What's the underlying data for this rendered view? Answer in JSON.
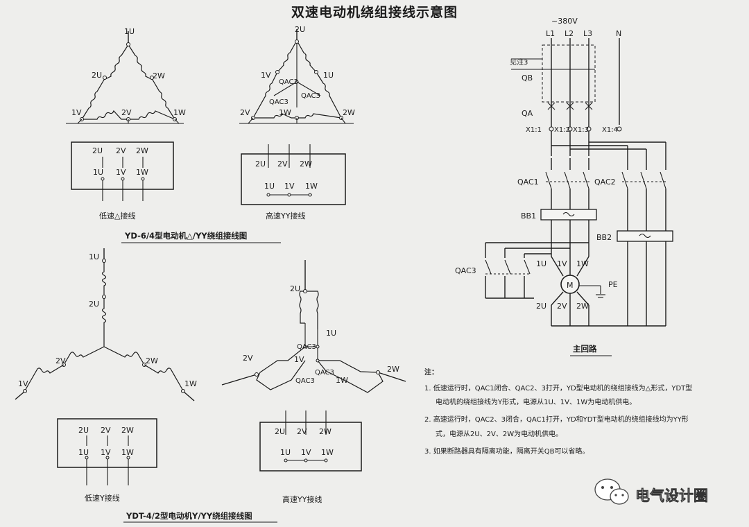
{
  "title": "双速电动机绕组接线示意图",
  "delta": {
    "t_1u": "1U",
    "t_2u": "2U",
    "t_2w": "2W",
    "t_1v": "1V",
    "t_2v": "2V",
    "t_1w": "1W",
    "low_caption": "低速△接线",
    "yy": {
      "t_2u": "2U",
      "t_1u": "1U",
      "t_1v": "1V",
      "t_2v": "2V",
      "t_2w": "2W",
      "qac3_a": "QAC3",
      "qac3_b": "QAC3",
      "qac3_c": "QAC3"
    },
    "high_caption": "高速YY接线",
    "box_low": {
      "top": [
        "2U",
        "2V",
        "2W"
      ],
      "bottom": [
        "1U",
        "1V",
        "1W"
      ]
    },
    "box_high": {
      "top": [
        "2U",
        "2V",
        "2W"
      ],
      "bottom": [
        "1U",
        "1V",
        "1W"
      ]
    },
    "section_caption": "YD-6/4型电动机△/YY绕组接线图"
  },
  "star": {
    "t_1u": "1U",
    "t_2u": "2U",
    "t_2v": "2V",
    "t_2w": "2W",
    "t_1v": "1V",
    "t_1w": "1W",
    "low_caption": "低速Y接线",
    "yy": {
      "t_2u": "2U",
      "t_1u": "1U",
      "t_2v": "2V",
      "t_1v": "1V",
      "t_1w": "1W",
      "t_2w": "2W",
      "qac3_a": "QAC3",
      "qac3_b": "QAC3",
      "qac3_c": "QAC3"
    },
    "high_caption": "高速YY接线",
    "box_low": {
      "top": [
        "2U",
        "2V",
        "2W"
      ],
      "bottom": [
        "1U",
        "1V",
        "1W"
      ]
    },
    "box_high": {
      "top": [
        "2U",
        "2V",
        "2W"
      ],
      "bottom": [
        "1U",
        "1V",
        "1W"
      ]
    },
    "section_caption": "YDT-4/2型电动机Y/YY绕组接线图"
  },
  "circuit": {
    "supply": "~380V",
    "phases": [
      "L1",
      "L2",
      "L3"
    ],
    "neutral": "N",
    "see": "见注3",
    "qb": "QB",
    "qa": "QA",
    "x_terms": [
      "X1:1",
      "X1:2",
      "X1:3"
    ],
    "x_n": "X1:4",
    "qac1": "QAC1",
    "qac2": "QAC2",
    "bb1": "BB1",
    "bb2": "BB2",
    "qac3": "QAC3",
    "motor_top": [
      "1U",
      "1V",
      "1W"
    ],
    "motor_bottom": [
      "2U",
      "2V",
      "2W"
    ],
    "motor": "M",
    "pe": "PE",
    "caption": "主回路"
  },
  "notes": {
    "head": "注：",
    "n1a": "1.  低速运行时，QAC1闭合、QAC2、3打开，YD型电动机的绕组接线为△形式，YDT型",
    "n1b": "电动机的绕组接线为Y形式，电源从1U、1V、1W为电动机供电。",
    "n2a": "2.  高速运行时，QAC2、3闭合，QAC1打开，YD和YDT型电动机的绕组接线均为YY形",
    "n2b": "式，电源从2U、2V、2W为电动机供电。",
    "n3": "3.  如果断路器具有隔离功能，隔离开关QB可以省略。"
  },
  "watermark": {
    "text": "电气设计圈",
    "icon": "wechat-icon"
  }
}
